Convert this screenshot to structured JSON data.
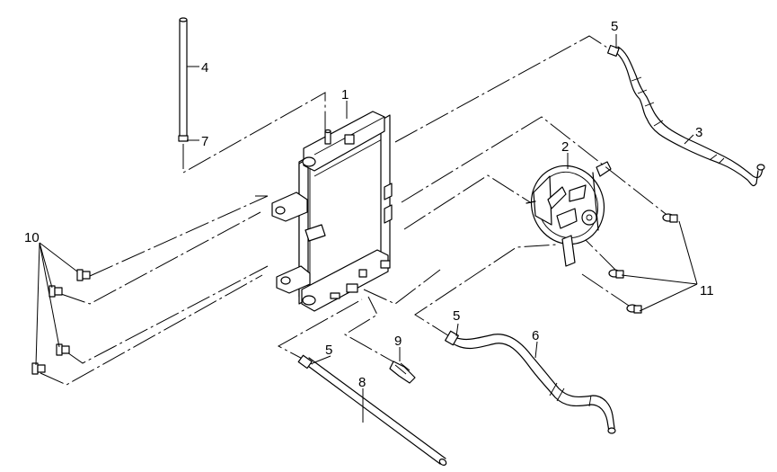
{
  "callouts": {
    "c1": "1",
    "c2": "2",
    "c3": "3",
    "c4": "4",
    "c5a": "5",
    "c5b": "5",
    "c5c": "5",
    "c6": "6",
    "c7": "7",
    "c8": "8",
    "c9": "9",
    "c10": "10",
    "c11": "11"
  },
  "colors": {
    "line": "#000000",
    "background": "#ffffff"
  }
}
